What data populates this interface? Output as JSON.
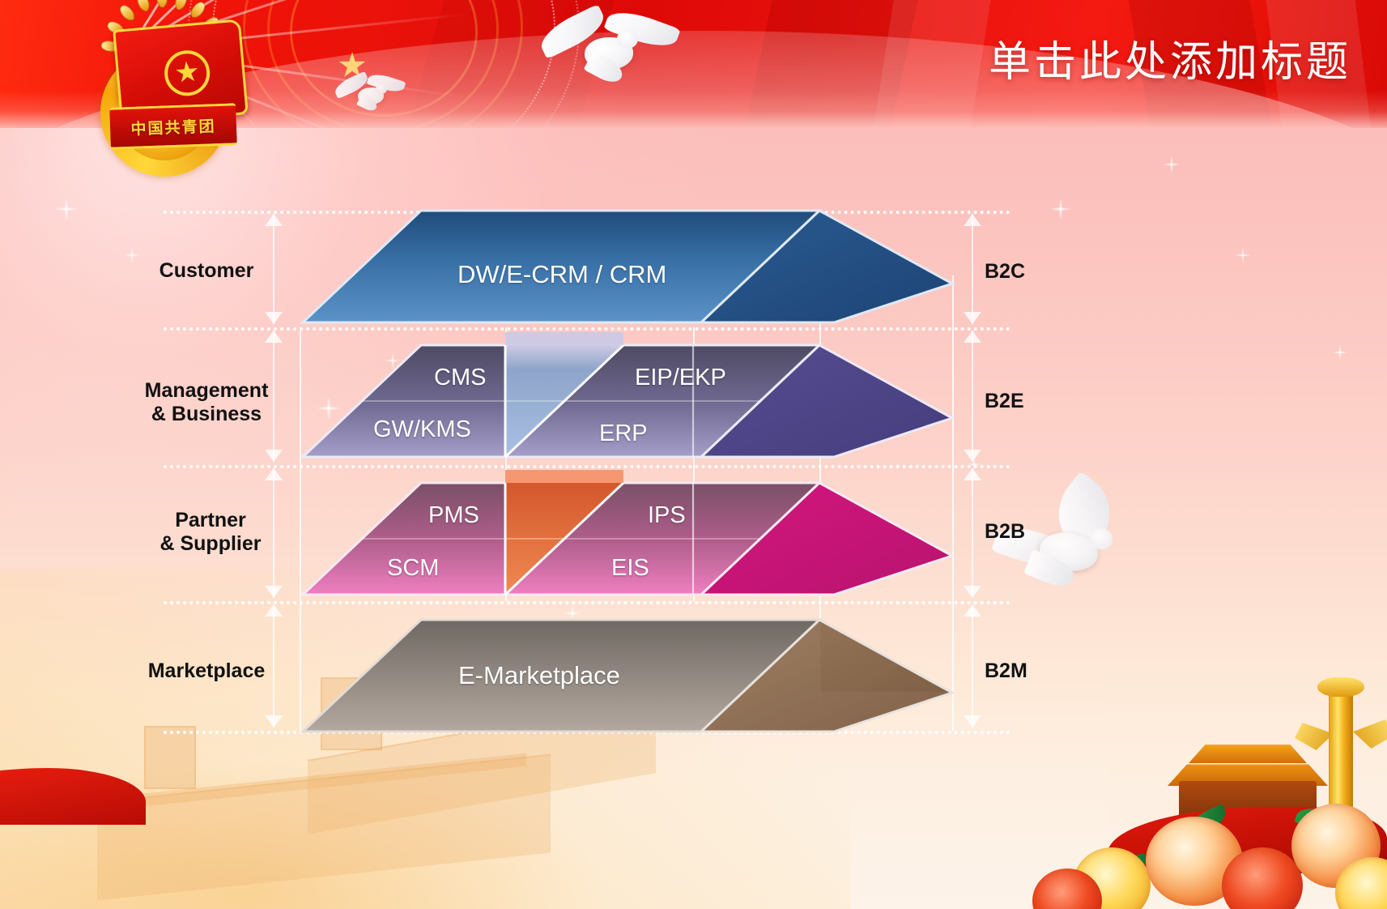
{
  "slide": {
    "title": "单击此处添加标题",
    "emblem_text": "中国共青团"
  },
  "diagram": {
    "left_labels": [
      {
        "id": "customer",
        "text": "Customer"
      },
      {
        "id": "management-business",
        "text": "Management\n& Business"
      },
      {
        "id": "partner-supplier",
        "text": "Partner\n& Supplier"
      },
      {
        "id": "marketplace",
        "text": "Marketplace"
      }
    ],
    "right_labels": [
      {
        "id": "b2c",
        "text": "B2C"
      },
      {
        "id": "b2e",
        "text": "B2E"
      },
      {
        "id": "b2b",
        "text": "B2B"
      },
      {
        "id": "b2m",
        "text": "B2M"
      }
    ],
    "layers": [
      {
        "id": "customer-layer",
        "left_label": "Customer",
        "right_label": "B2C",
        "top_color": "#1f4c7c",
        "bottom_color": "#5b93c8",
        "side_color": "#27558a",
        "cells": [
          {
            "id": "dw-ecrm-crm",
            "text": "DW/E-CRM / CRM"
          }
        ]
      },
      {
        "id": "management-layer",
        "left_label": "Management & Business",
        "right_label": "B2E",
        "top_color": "#4e4a63",
        "bottom_color": "#9b95c2",
        "side_color": "#514a8c",
        "cells": [
          {
            "id": "cms",
            "text": "CMS"
          },
          {
            "id": "eip-ekp",
            "text": "EIP/EKP"
          },
          {
            "id": "gw-kms",
            "text": "GW/KMS"
          },
          {
            "id": "erp",
            "text": "ERP"
          }
        ]
      },
      {
        "id": "partner-layer",
        "left_label": "Partner & Supplier",
        "right_label": "B2B",
        "top_color": "#7a4f66",
        "bottom_color": "#ef7fc0",
        "side_color": "#cc1a7e",
        "accent_color": "#d9582c",
        "cells": [
          {
            "id": "pms",
            "text": "PMS"
          },
          {
            "id": "ips",
            "text": "IPS"
          },
          {
            "id": "scm",
            "text": "SCM"
          },
          {
            "id": "eis",
            "text": "EIS"
          }
        ]
      },
      {
        "id": "marketplace-layer",
        "left_label": "Marketplace",
        "right_label": "B2M",
        "top_color": "#6f6862",
        "bottom_color": "#b3a89f",
        "side_color": "#8a6a4f",
        "cells": [
          {
            "id": "e-marketplace",
            "text": "E-Marketplace"
          }
        ]
      }
    ]
  }
}
